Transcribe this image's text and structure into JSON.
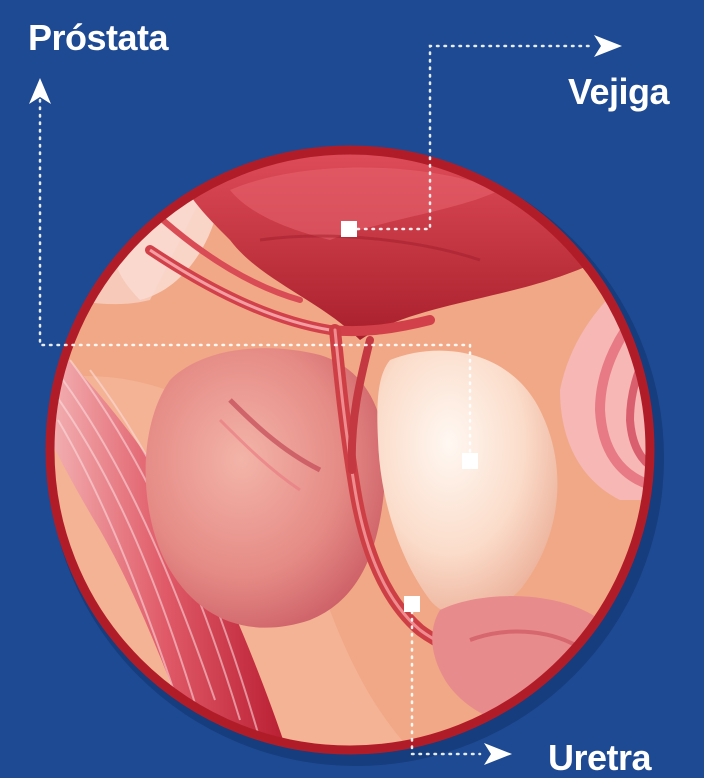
{
  "labels": {
    "prostata": "Próstata",
    "vejiga": "Vejiga",
    "uretra": "Uretra"
  },
  "colors": {
    "background": "#1d4a92",
    "ring": "#b01d28",
    "tissue": "#f1a886",
    "bladder": "#c8303a",
    "gland": "#e87f7c",
    "seminal_vesicle": "#fde8dc",
    "urethra": "#cd3f45",
    "muscle": "#d8354a",
    "marker": "#ffffff",
    "leader_line": "#ffffff"
  },
  "icons": {
    "prostata": "arrow-up-icon",
    "vejiga": "arrow-right-icon",
    "uretra": "arrow-right-icon"
  }
}
